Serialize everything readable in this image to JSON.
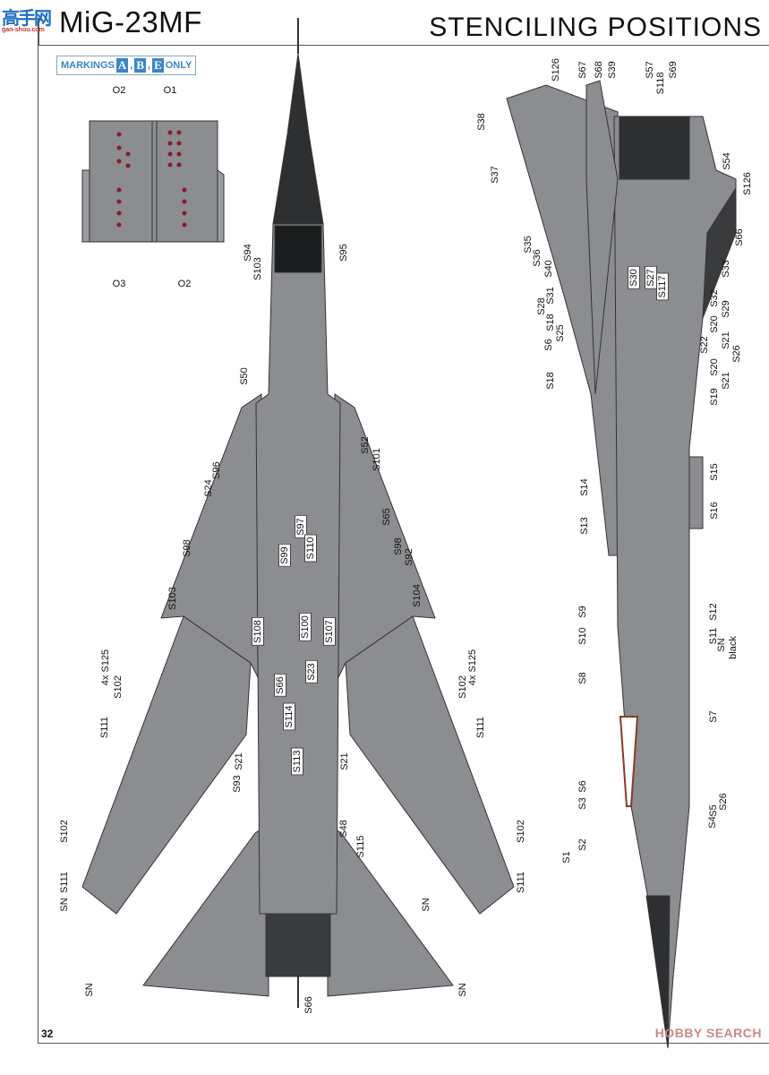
{
  "header": {
    "title": "MiG-23MF",
    "section": "STENCILING POSITIONS",
    "watermark_cn": "高手网",
    "watermark_url": "gan-shou.com"
  },
  "markings_note": {
    "prefix": "MARKINGS",
    "letters": [
      "A",
      "B",
      "E"
    ],
    "suffix": "ONLY"
  },
  "footer": {
    "page_number": "32",
    "watermark": "HOBBY SEARCH"
  },
  "colors": {
    "airframe": "#8b8d90",
    "nose": "#2e2f31",
    "accent": "#3a86c8"
  },
  "labels": {
    "inset": [
      "O2",
      "O1",
      "O3",
      "O2"
    ],
    "top_view": [
      "S94",
      "S103",
      "S95",
      "S50",
      "S52",
      "S101",
      "S96",
      "S24",
      "S65",
      "S97",
      "S99",
      "S110",
      "S98",
      "S98",
      "S92",
      "S103",
      "S104",
      "S108",
      "S100",
      "S107",
      "4x S125",
      "S102",
      "4x S125",
      "S102",
      "S66",
      "S23",
      "S114",
      "S111",
      "S111",
      "S21",
      "S113",
      "S21",
      "S93",
      "S48",
      "S115",
      "S102",
      "S102",
      "S111",
      "S111",
      "SN",
      "SN",
      "SN",
      "SN",
      "S66"
    ],
    "side_view": [
      "S126",
      "S67",
      "S68",
      "S39",
      "S57",
      "S118",
      "S69",
      "S38",
      "S37",
      "S54",
      "S126",
      "S66",
      "S35",
      "S36",
      "S40",
      "S30",
      "S27",
      "S117",
      "S33",
      "S31",
      "S28",
      "S32",
      "S18",
      "S29",
      "S20",
      "S25",
      "S21",
      "S6",
      "S22",
      "S26",
      "S20",
      "S18",
      "S21",
      "S19",
      "S15",
      "S14",
      "S16",
      "S13",
      "S9",
      "S12",
      "S10",
      "S11",
      "SN",
      "black",
      "S8",
      "S7",
      "S6",
      "S3",
      "S26",
      "S5",
      "S4",
      "S2",
      "S1"
    ]
  }
}
